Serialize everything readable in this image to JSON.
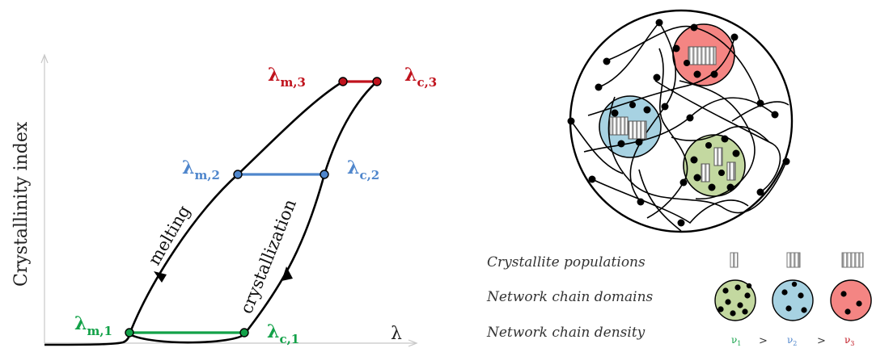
{
  "colors": {
    "green": "#12a148",
    "blue": "#4f86cc",
    "red": "#c0131d",
    "domain_green": "#c3d8a0",
    "domain_blue": "#a7d2e2",
    "domain_red": "#f48583",
    "axis": "#c8c8c8",
    "curve": "#000000"
  },
  "left_diagram": {
    "y_axis_label": "Crystallinity index",
    "x_axis_label": "λ",
    "melting_label": "melting",
    "crystallization_label": "crystallization",
    "points": [
      {
        "main": "λ",
        "sub": "m,1"
      },
      {
        "main": "λ",
        "sub": "c,1"
      },
      {
        "main": "λ",
        "sub": "m,2"
      },
      {
        "main": "λ",
        "sub": "c,2"
      },
      {
        "main": "λ",
        "sub": "m,3"
      },
      {
        "main": "λ",
        "sub": "c,3"
      }
    ]
  },
  "legend": {
    "rows": [
      {
        "label": "Crystallite populations",
        "icon": "crystallite-icon"
      },
      {
        "label": "Network chain domains",
        "icon": "domain-circle-icon"
      },
      {
        "label": "Network chain density",
        "icon": "density-symbols"
      }
    ],
    "density": [
      {
        "symbol": "ν",
        "sub": "1"
      },
      {
        "symbol": ">"
      },
      {
        "symbol": "ν",
        "sub": "2"
      },
      {
        "symbol": ">"
      },
      {
        "symbol": "ν",
        "sub": "3"
      }
    ]
  }
}
